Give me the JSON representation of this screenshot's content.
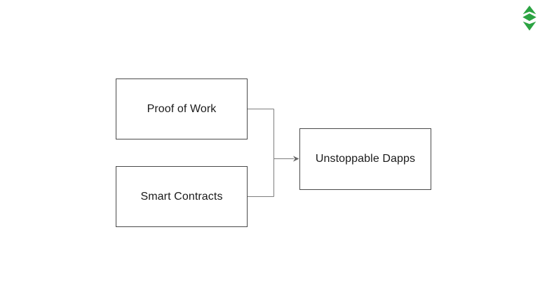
{
  "page": {
    "background_color": "#ffffff"
  },
  "logo": {
    "name": "ethereum-classic-logo",
    "color": "#2BA342"
  },
  "diagram": {
    "nodes": [
      {
        "id": "proof-of-work",
        "label": "Proof of Work"
      },
      {
        "id": "smart-contracts",
        "label": "Smart Contracts"
      },
      {
        "id": "unstoppable-dapps",
        "label": "Unstoppable Dapps"
      }
    ],
    "edges": [
      {
        "from": "proof-of-work",
        "to": "unstoppable-dapps",
        "style": "arrow"
      },
      {
        "from": "smart-contracts",
        "to": "unstoppable-dapps",
        "style": "arrow"
      }
    ],
    "colors": {
      "node_border": "#4a4a4a",
      "node_fill": "#ffffff",
      "connector": "#7d7d7d",
      "arrowhead": "#666666",
      "text": "#1a1a1a"
    }
  }
}
